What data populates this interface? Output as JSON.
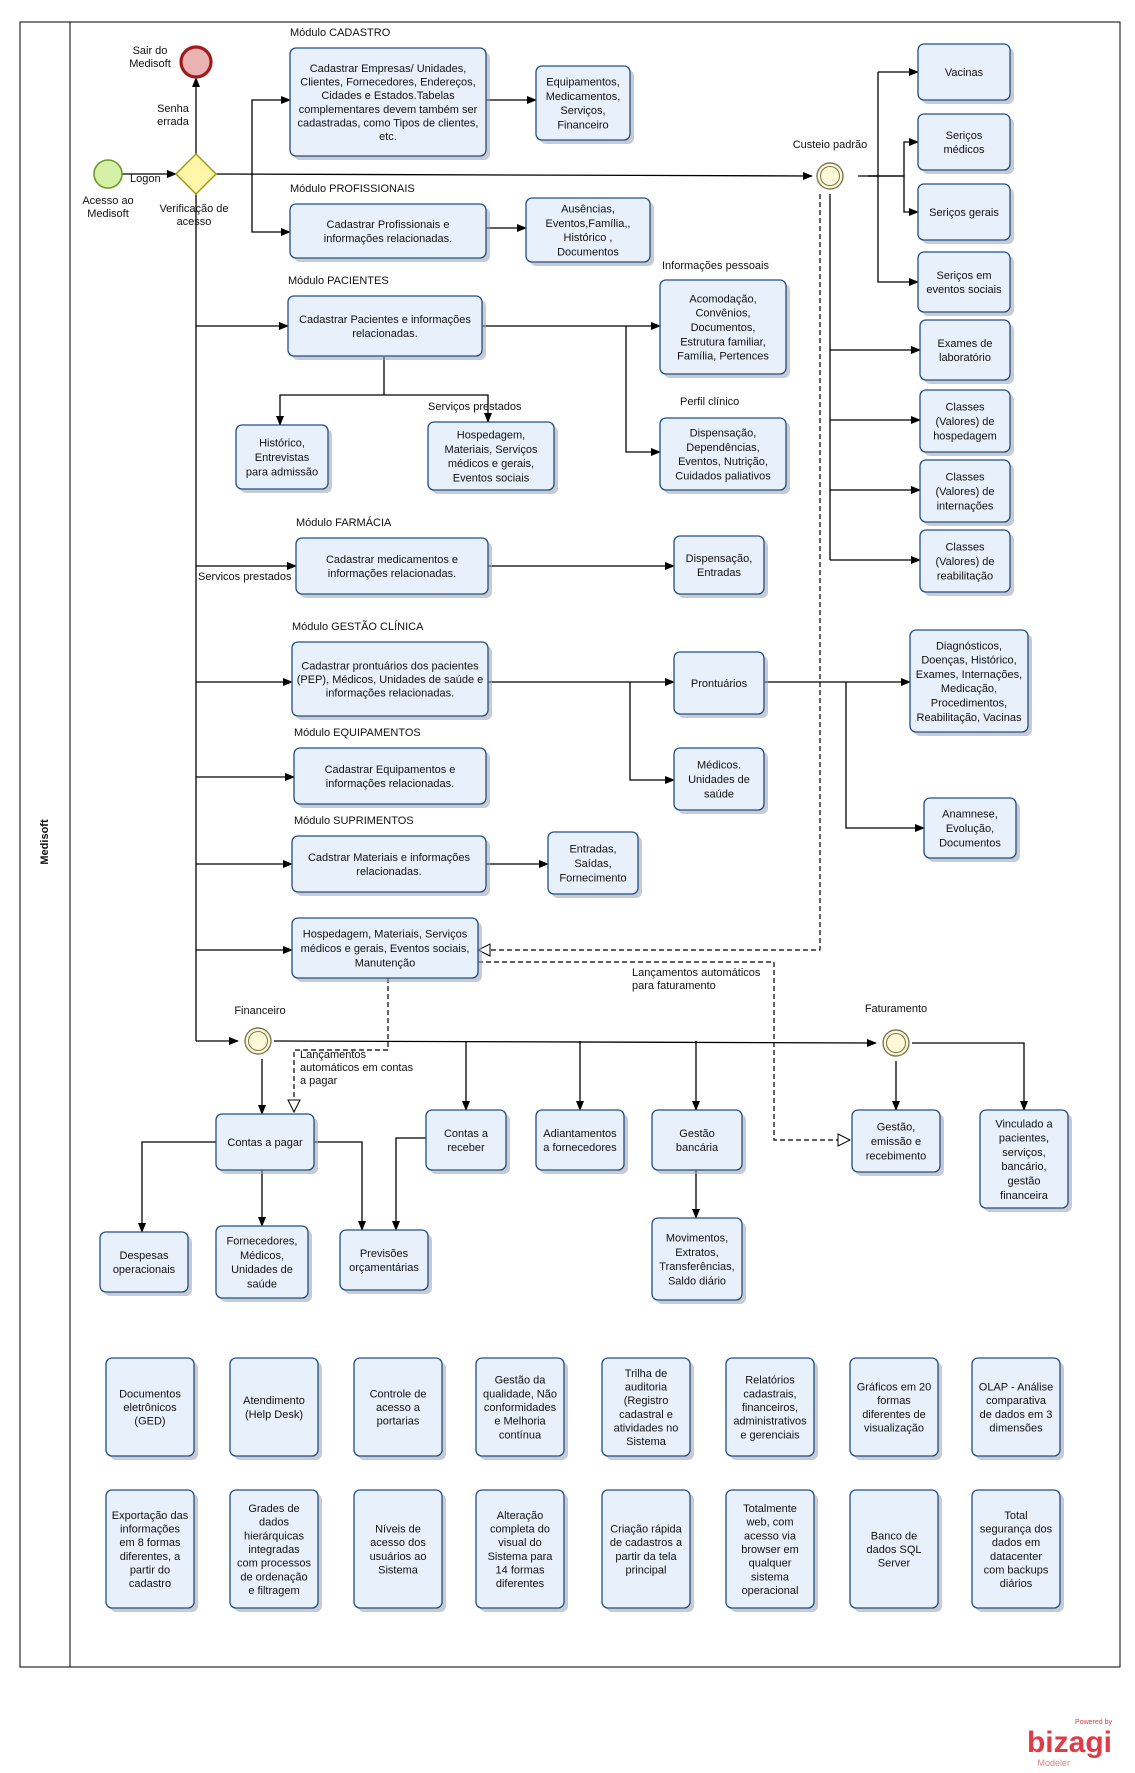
{
  "pool": {
    "title": "Medisoft"
  },
  "events": {
    "start": "Acesso ao\nMedisoft",
    "end": "Sair do\nMedisoft",
    "gateway": "Verificação de\nacesso",
    "custeio": "Custeio padrão",
    "financeiro": "Financeiro",
    "faturamento": "Faturamento"
  },
  "labels": {
    "logon": "Logon",
    "senha": "Senha\nerrada",
    "mod_cadastro": "Módulo CADASTRO",
    "mod_profissionais": "Módulo PROFISSIONAIS",
    "mod_pacientes": "Módulo PACIENTES",
    "mod_farmacia": "Módulo FARMÁCIA",
    "mod_gestao": "Módulo GESTÃO CLÍNICA",
    "mod_equip": "Módulo EQUIPAMENTOS",
    "mod_supr": "Módulo SUPRIMENTOS",
    "info_pessoais": "Informações pessoais",
    "perfil_clinico": "Perfil clínico",
    "servicos_prestados1": "Serviços prestados",
    "servicos_prestados2": "Servicos prestados",
    "lanc_fat": "Lançamentos automáticos\npara faturamento",
    "lanc_pagar": "Lançamentos\nautomáticos em contas\na pagar"
  },
  "boxes": {
    "cadastro": "Cadastrar Empresas/ Unidades,\nClientes, Fornecedores, Endereços,\nCidades e Estados.Tabelas\ncomplementares devem também ser\ncadastradas, como Tipos de clientes,\netc.",
    "equip_med": "Equipamentos,\nMedicamentos,\nServiços,\nFinanceiro",
    "profissionais": "Cadastrar Profissionais e\ninformações relacionadas.",
    "ausencias": "Ausências,\nEventos,Família,,\nHistórico ,\nDocumentos",
    "pacientes": "Cadastrar Pacientes e informações\nrelacionadas.",
    "acomodacao": "Acomodação,\nConvênios,\nDocumentos,\nEstrutura familiar,\nFamília, Pertences",
    "historico": "Histórico,\nEntrevistas\npara admissão",
    "hospedagem1": "Hospedagem,\nMateriais, Serviços\nmédicos e gerais,\nEventos sociais",
    "dispensacao1": "Dispensação,\nDependências,\nEventos, Nutrição,\nCuidados paliativos",
    "farmacia": "Cadastrar medicamentos e\ninformações relacionadas.",
    "dispensacao2": "Dispensação,\nEntradas",
    "gestao": "Cadastrar prontuários dos pacientes\n(PEP), Médicos, Unidades de saúde e\ninformações relacionadas.",
    "prontuarios": "Prontuários",
    "diagnosticos": "Diagnósticos,\nDoenças, Histórico,\nExames, Internações,\nMedicação,\nProcedimentos,\nReabilitação, Vacinas",
    "medicos": "Médicos.\nUnidades de\nsaúde",
    "anamnese": "Anamnese,\nEvolução,\nDocumentos",
    "equipamentos": "Cadastrar Equipamentos e\ninformações relacionadas.",
    "suprimentos": "Cadstrar Materiais e informações\nrelacionadas.",
    "entradas": "Entradas,\nSaídas,\nFornecimento",
    "hospedagem2": "Hospedagem, Materiais, Serviços\nmédicos e gerais, Eventos sociais,\nManutenção",
    "vacinas": "Vacinas",
    "sericos_medicos": "Seriços\nmédicos",
    "sericos_gerais": "Seriços gerais",
    "sericos_eventos": "Seriços em\neventos sociais",
    "exames": "Exames de\nlaboratório",
    "classes_hosp": "Classes\n(Valores) de\nhospedagem",
    "classes_int": "Classes\n(Valores) de\ninternações",
    "classes_reab": "Classes\n(Valores) de\nreabilitação",
    "contas_pagar": "Contas a pagar",
    "contas_receber": "Contas a\nreceber",
    "adiantamentos": "Adiantamentos\na fornecedores",
    "gestao_bancaria": "Gestão\nbancária",
    "gestao_emissao": "Gestão,\nemissão e\nrecebimento",
    "vinculado": "Vinculado a\npacientes,\nserviços,\nbancário,\ngestão\nfinanceira",
    "despesas": "Despesas\noperacionais",
    "fornecedores": "Fornecedores,\nMédicos,\nUnidades de\nsaúde",
    "previsoes": "Previsões\norçamentárias",
    "movimentos": "Movimentos,\nExtratos,\nTransferências,\nSaldo diário"
  },
  "features": [
    "Documentos\neletrônicos\n(GED)",
    "Atendimento\n(Help Desk)",
    "Controle de\nacesso a\nportarias",
    "Gestão da\nqualidade, Não\nconformidades\ne Melhoria\ncontínua",
    "Trilha de\nauditoria\n(Registro\ncadastral e\natividades no\nSistema",
    "Relatórios\ncadastrais,\nfinanceiros,\nadministrativos\ne gerenciais",
    "Gráficos em 20\nformas\ndiferentes de\nvisualização",
    "OLAP - Análise\ncomparativa\nde dados em 3\ndimensões",
    "Exportação das\ninformações\nem 8 formas\ndiferentes, a\npartir do\ncadastro",
    "Grades de\ndados\nhierárquicas\nintegradas\ncom processos\nde ordenação\ne filtragem",
    "Níveis de\nacesso dos\nusuários ao\nSistema",
    "Alteração\ncompleta do\nvisual do\nSistema para\n14 formas\ndiferentes",
    "Criação rápida\nde cadastros a\npartir da tela\nprincipal",
    "Totalmente\nweb, com\nacesso via\nbrowser em\nqualquer\nsistema\noperacional",
    "Banco de\ndados SQL\nServer",
    "Total\nsegurança dos\ndados em\ndatacenter\ncom backups\ndiários"
  ],
  "brand": {
    "powered": "Powered by",
    "name": "bizagi",
    "sub": "Modeler",
    "color": "#e03c48"
  }
}
